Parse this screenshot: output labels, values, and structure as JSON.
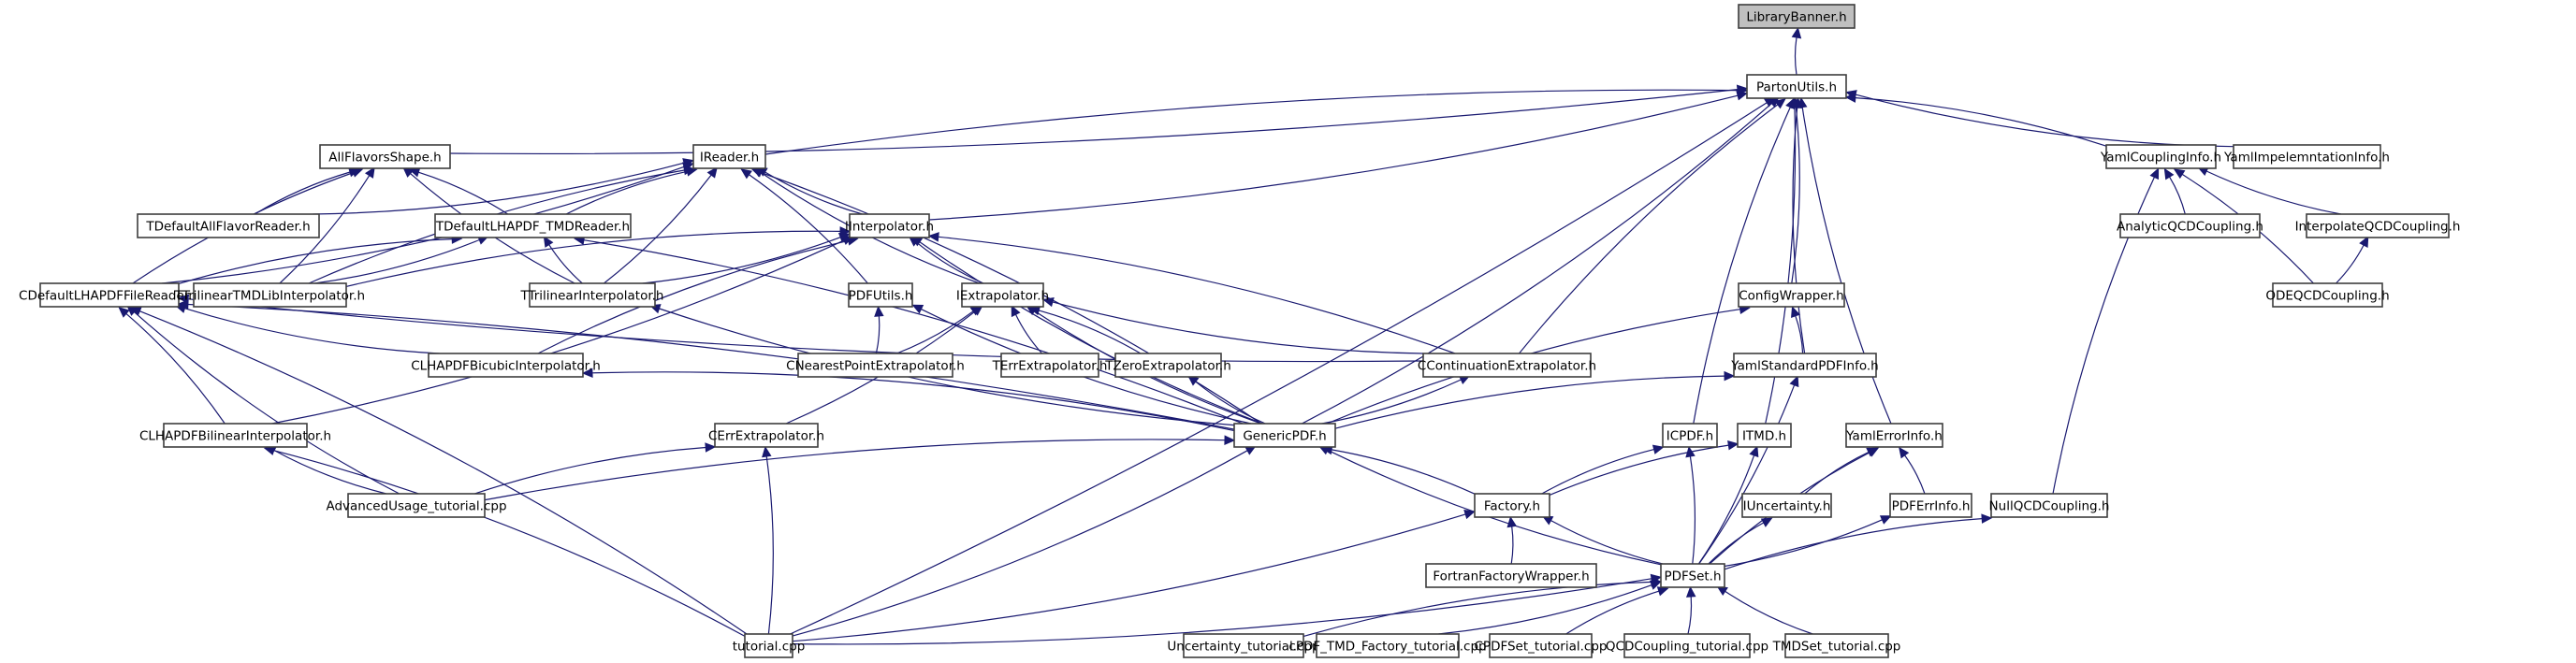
{
  "diagram": {
    "title": "LibraryBanner.h include dependency graph",
    "colors": {
      "edge": "#191970",
      "node_border": "#3d3d3d",
      "node_fill": "#ffffff",
      "root_fill": "#bfbfbf"
    },
    "nodes": [
      {
        "id": "LibraryBanner",
        "label": "LibraryBanner.h",
        "root": true
      },
      {
        "id": "PartonUtils",
        "label": "PartonUtils.h"
      },
      {
        "id": "AllFlavorsShape",
        "label": "AllFlavorsShape.h"
      },
      {
        "id": "IReader",
        "label": "IReader.h"
      },
      {
        "id": "YamlCouplingInfo",
        "label": "YamlCouplingInfo.h"
      },
      {
        "id": "YamlImpelemntationInfo",
        "label": "YamlImpelemntationInfo.h"
      },
      {
        "id": "TDefaultAllFlavorReader",
        "label": "TDefaultAllFlavorReader.h"
      },
      {
        "id": "TDefaultLHAPDF_TMDReader",
        "label": "TDefaultLHAPDF_TMDReader.h"
      },
      {
        "id": "IInterpolator",
        "label": "IInterpolator.h"
      },
      {
        "id": "AnalyticQCDCoupling",
        "label": "AnalyticQCDCoupling.h"
      },
      {
        "id": "InterpolateQCDCoupling",
        "label": "InterpolateQCDCoupling.h"
      },
      {
        "id": "CDefaultLHAPDFFileReader",
        "label": "CDefaultLHAPDFFileReader.h"
      },
      {
        "id": "TTrilinearTMDLibInterpolator",
        "label": "TTrilinearTMDLibInterpolator.h"
      },
      {
        "id": "TTrilinearInterpolator",
        "label": "TTrilinearInterpolator.h"
      },
      {
        "id": "PDFUtils",
        "label": "PDFUtils.h"
      },
      {
        "id": "IExtrapolator",
        "label": "IExtrapolator.h"
      },
      {
        "id": "ConfigWrapper",
        "label": "ConfigWrapper.h"
      },
      {
        "id": "ODEQCDCoupling",
        "label": "ODEQCDCoupling.h"
      },
      {
        "id": "CLHAPDFBicubicInterpolator",
        "label": "CLHAPDFBicubicInterpolator.h"
      },
      {
        "id": "CNearestPointExtrapolator",
        "label": "CNearestPointExtrapolator.h"
      },
      {
        "id": "TErrExtrapolator",
        "label": "TErrExtrapolator.h"
      },
      {
        "id": "TZeroExtrapolator",
        "label": "TZeroExtrapolator.h"
      },
      {
        "id": "CContinuationExtrapolator",
        "label": "CContinuationExtrapolator.h"
      },
      {
        "id": "YamlStandardPDFInfo",
        "label": "YamlStandardPDFInfo.h"
      },
      {
        "id": "CLHAPDFBilinearInterpolator",
        "label": "CLHAPDFBilinearInterpolator.h"
      },
      {
        "id": "CErrExtrapolator",
        "label": "CErrExtrapolator.h"
      },
      {
        "id": "GenericPDF",
        "label": "GenericPDF.h"
      },
      {
        "id": "ICPDF",
        "label": "ICPDF.h"
      },
      {
        "id": "ITMD",
        "label": "ITMD.h"
      },
      {
        "id": "YamlErrorInfo",
        "label": "YamlErrorInfo.h"
      },
      {
        "id": "AdvancedUsage_tutorial",
        "label": "AdvancedUsage_tutorial.cpp"
      },
      {
        "id": "Factory",
        "label": "Factory.h"
      },
      {
        "id": "IUncertainty",
        "label": "IUncertainty.h"
      },
      {
        "id": "PDFErrInfo",
        "label": "PDFErrInfo.h"
      },
      {
        "id": "NullQCDCoupling",
        "label": "NullQCDCoupling.h"
      },
      {
        "id": "FortranFactoryWrapper",
        "label": "FortranFactoryWrapper.h"
      },
      {
        "id": "PDFSet",
        "label": "PDFSet.h"
      },
      {
        "id": "tutorial",
        "label": "tutorial.cpp"
      },
      {
        "id": "Uncertainty_tutorial",
        "label": "Uncertainty_tutorial.cpp"
      },
      {
        "id": "cPDF_TMD_Factory_tutorial",
        "label": "cPDF_TMD_Factory_tutorial.cpp"
      },
      {
        "id": "CPDFSet_tutorial",
        "label": "CPDFSet_tutorial.cpp"
      },
      {
        "id": "QCDCoupling_tutorial",
        "label": "QCDCoupling_tutorial.cpp"
      },
      {
        "id": "TMDSet_tutorial",
        "label": "TMDSet_tutorial.cpp"
      }
    ],
    "edges": [
      [
        "PartonUtils",
        "LibraryBanner"
      ],
      [
        "AllFlavorsShape",
        "PartonUtils"
      ],
      [
        "IReader",
        "PartonUtils"
      ],
      [
        "YamlCouplingInfo",
        "PartonUtils"
      ],
      [
        "YamlImpelemntationInfo",
        "PartonUtils"
      ],
      [
        "IInterpolator",
        "PartonUtils"
      ],
      [
        "CContinuationExtrapolator",
        "PartonUtils"
      ],
      [
        "ConfigWrapper",
        "PartonUtils"
      ],
      [
        "YamlStandardPDFInfo",
        "PartonUtils"
      ],
      [
        "GenericPDF",
        "PartonUtils"
      ],
      [
        "ICPDF",
        "PartonUtils"
      ],
      [
        "ITMD",
        "PartonUtils"
      ],
      [
        "YamlErrorInfo",
        "PartonUtils"
      ],
      [
        "tutorial",
        "PartonUtils"
      ],
      [
        "TDefaultAllFlavorReader",
        "AllFlavorsShape"
      ],
      [
        "TDefaultLHAPDF_TMDReader",
        "AllFlavorsShape"
      ],
      [
        "CDefaultLHAPDFFileReader",
        "AllFlavorsShape"
      ],
      [
        "TTrilinearTMDLibInterpolator",
        "AllFlavorsShape"
      ],
      [
        "TTrilinearInterpolator",
        "AllFlavorsShape"
      ],
      [
        "TDefaultAllFlavorReader",
        "IReader"
      ],
      [
        "TDefaultLHAPDF_TMDReader",
        "IReader"
      ],
      [
        "CDefaultLHAPDFFileReader",
        "IReader"
      ],
      [
        "TTrilinearTMDLibInterpolator",
        "IReader"
      ],
      [
        "TTrilinearInterpolator",
        "IReader"
      ],
      [
        "IInterpolator",
        "IReader"
      ],
      [
        "PDFUtils",
        "IReader"
      ],
      [
        "IExtrapolator",
        "IReader"
      ],
      [
        "GenericPDF",
        "IReader"
      ],
      [
        "CDefaultLHAPDFFileReader",
        "TDefaultLHAPDF_TMDReader"
      ],
      [
        "TTrilinearTMDLibInterpolator",
        "TDefaultLHAPDF_TMDReader"
      ],
      [
        "TTrilinearInterpolator",
        "TDefaultLHAPDF_TMDReader"
      ],
      [
        "GenericPDF",
        "TDefaultLHAPDF_TMDReader"
      ],
      [
        "TTrilinearTMDLibInterpolator",
        "IInterpolator"
      ],
      [
        "TTrilinearInterpolator",
        "IInterpolator"
      ],
      [
        "CLHAPDFBicubicInterpolator",
        "IInterpolator"
      ],
      [
        "CLHAPDFBilinearInterpolator",
        "IInterpolator"
      ],
      [
        "IExtrapolator",
        "IInterpolator"
      ],
      [
        "CContinuationExtrapolator",
        "IInterpolator"
      ],
      [
        "GenericPDF",
        "IInterpolator"
      ],
      [
        "AnalyticQCDCoupling",
        "YamlCouplingInfo"
      ],
      [
        "InterpolateQCDCoupling",
        "YamlCouplingInfo"
      ],
      [
        "ODEQCDCoupling",
        "YamlCouplingInfo"
      ],
      [
        "NullQCDCoupling",
        "YamlCouplingInfo"
      ],
      [
        "ODEQCDCoupling",
        "InterpolateQCDCoupling"
      ],
      [
        "CLHAPDFBicubicInterpolator",
        "CDefaultLHAPDFFileReader"
      ],
      [
        "CLHAPDFBilinearInterpolator",
        "CDefaultLHAPDFFileReader"
      ],
      [
        "CContinuationExtrapolator",
        "CDefaultLHAPDFFileReader"
      ],
      [
        "GenericPDF",
        "CDefaultLHAPDFFileReader"
      ],
      [
        "AdvancedUsage_tutorial",
        "CDefaultLHAPDFFileReader"
      ],
      [
        "tutorial",
        "CDefaultLHAPDFFileReader"
      ],
      [
        "GenericPDF",
        "TTrilinearInterpolator"
      ],
      [
        "CNearestPointExtrapolator",
        "PDFUtils"
      ],
      [
        "GenericPDF",
        "PDFUtils"
      ],
      [
        "CNearestPointExtrapolator",
        "IExtrapolator"
      ],
      [
        "TErrExtrapolator",
        "IExtrapolator"
      ],
      [
        "TZeroExtrapolator",
        "IExtrapolator"
      ],
      [
        "CContinuationExtrapolator",
        "IExtrapolator"
      ],
      [
        "CErrExtrapolator",
        "IExtrapolator"
      ],
      [
        "GenericPDF",
        "IExtrapolator"
      ],
      [
        "YamlStandardPDFInfo",
        "ConfigWrapper"
      ],
      [
        "GenericPDF",
        "ConfigWrapper"
      ],
      [
        "GenericPDF",
        "CLHAPDFBicubicInterpolator"
      ],
      [
        "GenericPDF",
        "TZeroExtrapolator"
      ],
      [
        "GenericPDF",
        "CContinuationExtrapolator"
      ],
      [
        "GenericPDF",
        "YamlStandardPDFInfo"
      ],
      [
        "PDFSet",
        "YamlStandardPDFInfo"
      ],
      [
        "AdvancedUsage_tutorial",
        "CLHAPDFBilinearInterpolator"
      ],
      [
        "tutorial",
        "CLHAPDFBilinearInterpolator"
      ],
      [
        "AdvancedUsage_tutorial",
        "CErrExtrapolator"
      ],
      [
        "tutorial",
        "CErrExtrapolator"
      ],
      [
        "AdvancedUsage_tutorial",
        "GenericPDF"
      ],
      [
        "Factory",
        "GenericPDF"
      ],
      [
        "PDFSet",
        "GenericPDF"
      ],
      [
        "tutorial",
        "GenericPDF"
      ],
      [
        "Factory",
        "ICPDF"
      ],
      [
        "PDFSet",
        "ICPDF"
      ],
      [
        "Factory",
        "ITMD"
      ],
      [
        "PDFSet",
        "ITMD"
      ],
      [
        "IUncertainty",
        "YamlErrorInfo"
      ],
      [
        "PDFErrInfo",
        "YamlErrorInfo"
      ],
      [
        "PDFSet",
        "YamlErrorInfo"
      ],
      [
        "FortranFactoryWrapper",
        "Factory"
      ],
      [
        "PDFSet",
        "Factory"
      ],
      [
        "tutorial",
        "Factory"
      ],
      [
        "PDFSet",
        "IUncertainty"
      ],
      [
        "PDFSet",
        "PDFErrInfo"
      ],
      [
        "PDFSet",
        "NullQCDCoupling"
      ],
      [
        "tutorial",
        "PDFSet"
      ],
      [
        "Uncertainty_tutorial",
        "PDFSet"
      ],
      [
        "cPDF_TMD_Factory_tutorial",
        "PDFSet"
      ],
      [
        "CPDFSet_tutorial",
        "PDFSet"
      ],
      [
        "QCDCoupling_tutorial",
        "PDFSet"
      ],
      [
        "TMDSet_tutorial",
        "PDFSet"
      ]
    ]
  }
}
